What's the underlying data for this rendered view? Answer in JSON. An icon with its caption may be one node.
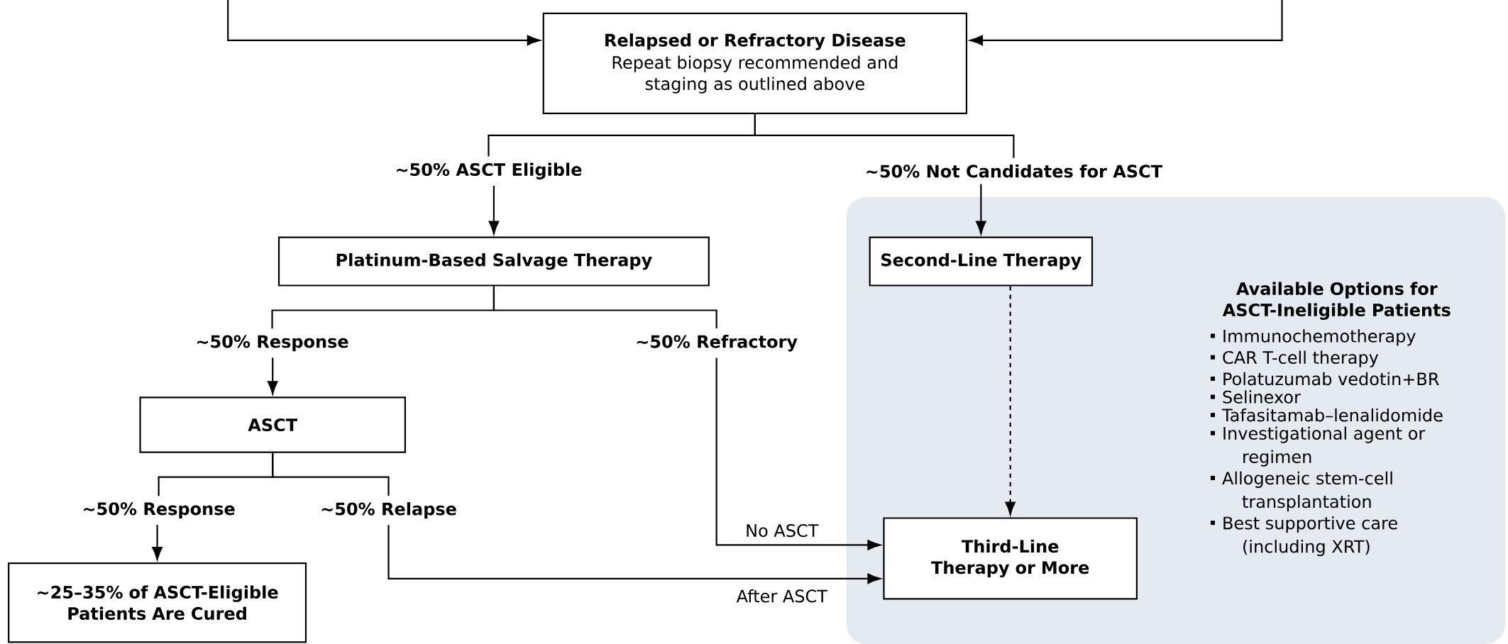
{
  "diagram": {
    "nodes": [
      {
        "text": [
          "Relapsed or Refractory Disease",
          "Repeat biopsy recommended and staging as outlined above"
        ]
      },
      {
        "text": [
          "~50% ASCT Eligible"
        ]
      },
      {
        "text": [
          "~50% Not Candidates for ASCT"
        ]
      },
      {
        "text": [
          "Available Options for ASCT-Ineligible Patients",
          "Immunochemotherapy",
          "CAR T-cell therapy",
          "Polatuzumab vedotin+BR",
          "Selinexor",
          "Tafasitamab–lenalidomide",
          "Investigational agent or regimen",
          "Allogeneic stem-cell transplantation",
          "Best supportive care (including XRT)"
        ]
      },
      {
        "text": [
          "Platinum-Based Salvage Therapy"
        ]
      },
      {
        "text": [
          "Second-Line Therapy"
        ],
        "in": 3
      },
      {
        "text": [
          "~50% Response"
        ]
      },
      {
        "text": [
          "~50% Refractory"
        ]
      },
      {
        "text": [
          "ASCT"
        ]
      },
      {
        "text": [
          "~50% Response"
        ]
      },
      {
        "text": [
          "~50% Relapse"
        ]
      },
      {
        "text": [
          "~25–35% of ASCT-Eligible Patients Are Cured"
        ]
      },
      {
        "text": [
          "Third-Line Therapy or More"
        ],
        "in": 3
      }
    ],
    "edges": [
      {
        "from": null,
        "to": 0,
        "arrow": "to"
      },
      {
        "from": null,
        "to": 0,
        "arrow": "to"
      },
      {
        "from": 0,
        "to": 1,
        "arrow": "none"
      },
      {
        "from": 0,
        "to": 2,
        "arrow": "none"
      },
      {
        "from": 1,
        "to": 4,
        "arrow": "to"
      },
      {
        "from": 2,
        "to": 5,
        "arrow": "to"
      },
      {
        "from": 5,
        "to": 12,
        "arrow": "to",
        "style": "dashed"
      },
      {
        "from": 4,
        "to": 6,
        "arrow": "none"
      },
      {
        "from": 4,
        "to": 7,
        "arrow": "none"
      },
      {
        "from": 6,
        "to": 8,
        "arrow": "to"
      },
      {
        "from": 7,
        "to": 12,
        "arrow": "to",
        "label": "No ASCT"
      },
      {
        "from": 8,
        "to": 9,
        "arrow": "none"
      },
      {
        "from": 8,
        "to": 10,
        "arrow": "none"
      },
      {
        "from": 9,
        "to": 11,
        "arrow": "to"
      },
      {
        "from": 10,
        "to": 12,
        "arrow": "to",
        "label": "After ASCT"
      }
    ]
  }
}
